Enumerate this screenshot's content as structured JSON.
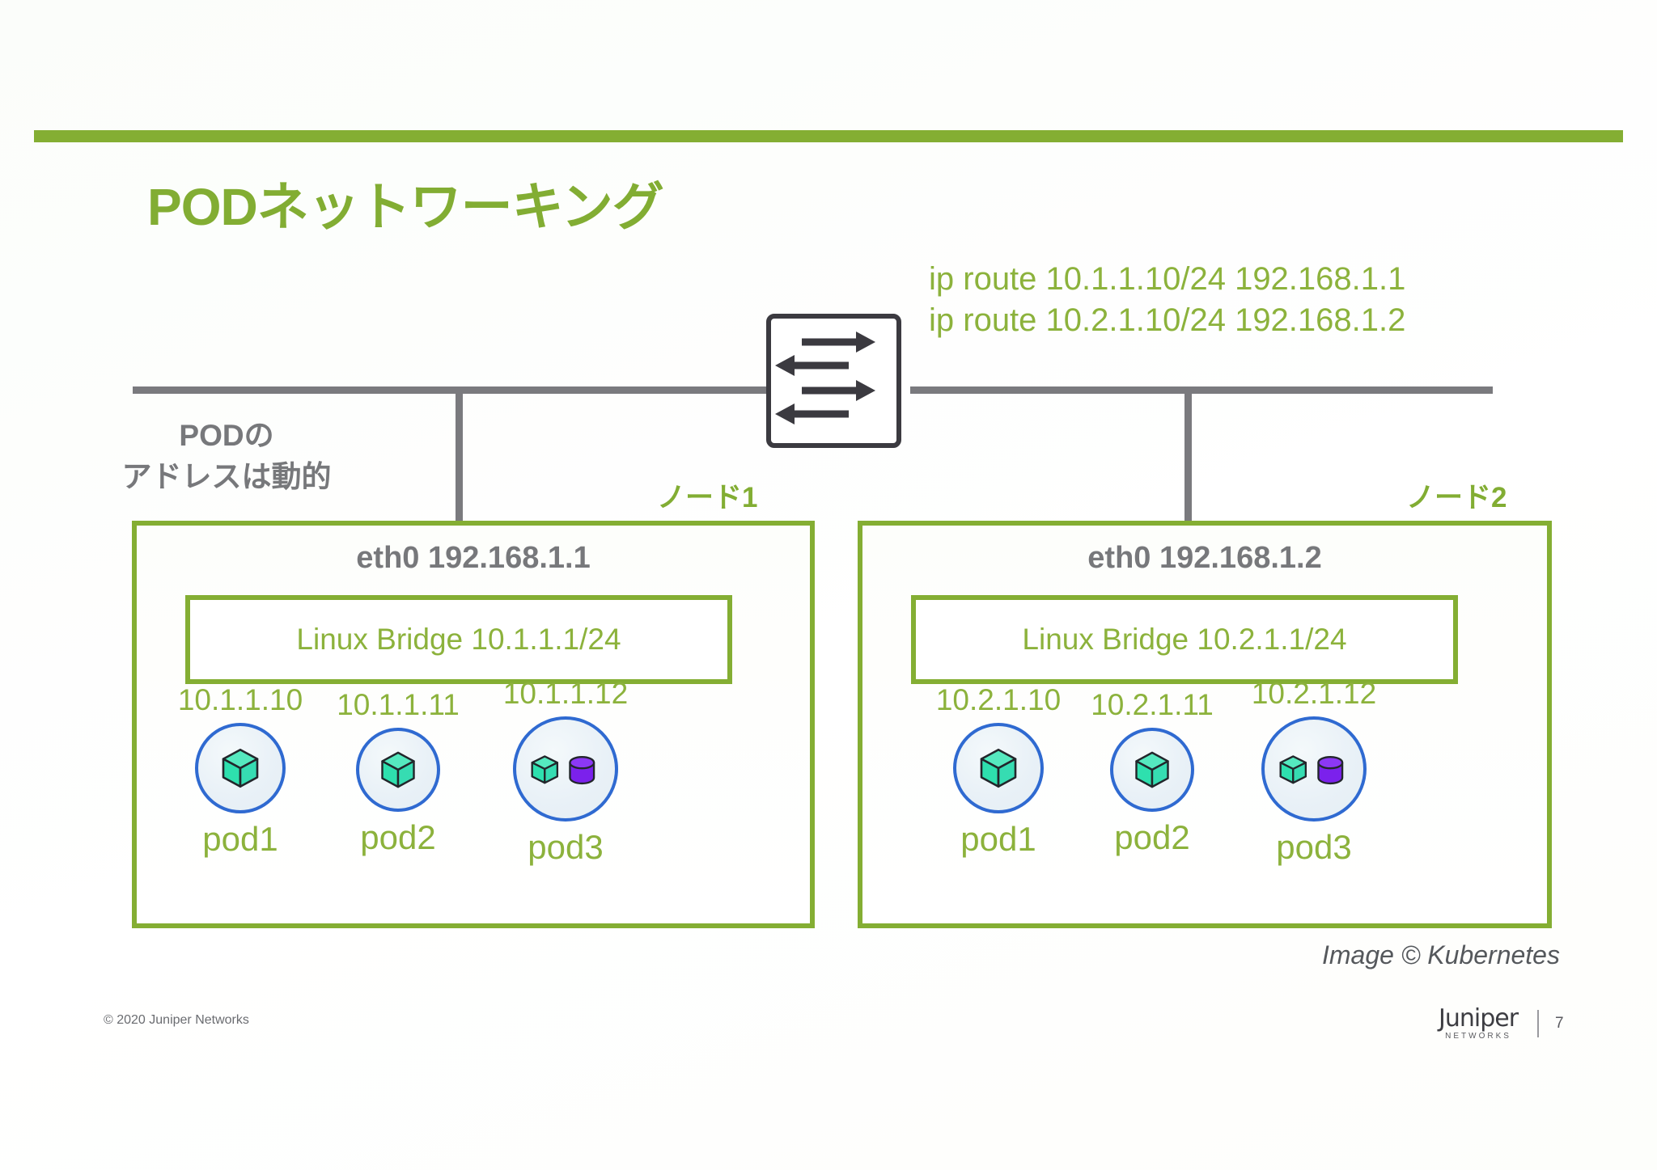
{
  "slide": {
    "title": "PODネットワーキング",
    "accent_green": "#84ae33",
    "gray_text": "#77787b",
    "pod_ring_blue": "#2f6ad1",
    "cube_teal": "#2ee0ae",
    "volume_purple": "#7b21ec"
  },
  "routes": {
    "line1": "ip route 10.1.1.10/24 192.168.1.1",
    "line2": "ip route 10.2.1.10/24 192.168.1.2"
  },
  "pod_note": {
    "line1": "PODの",
    "line2": "アドレスは動的"
  },
  "nodes": [
    {
      "label": "ノード1",
      "eth": "eth0 192.168.1.1",
      "bridge": "Linux Bridge 10.1.1.1/24",
      "pods": [
        {
          "ip": "10.1.1.10",
          "name": "pod1",
          "has_volume": false
        },
        {
          "ip": "10.1.1.11",
          "name": "pod2",
          "has_volume": false
        },
        {
          "ip": "10.1.1.12",
          "name": "pod3",
          "has_volume": true
        }
      ]
    },
    {
      "label": "ノード2",
      "eth": "eth0 192.168.1.2",
      "bridge": "Linux Bridge 10.2.1.1/24",
      "pods": [
        {
          "ip": "10.2.1.10",
          "name": "pod1",
          "has_volume": false
        },
        {
          "ip": "10.2.1.11",
          "name": "pod2",
          "has_volume": false
        },
        {
          "ip": "10.2.1.12",
          "name": "pod3",
          "has_volume": true
        }
      ]
    }
  ],
  "router": {
    "icon": "router-bidirectional-arrows-icon",
    "arrows": [
      "right",
      "left",
      "right",
      "left"
    ]
  },
  "footer": {
    "credit": "Image © Kubernetes",
    "copyright": "© 2020 Juniper Networks",
    "brand": "Juniper",
    "brand_sub": "NETWORKS",
    "page_number": "7"
  }
}
